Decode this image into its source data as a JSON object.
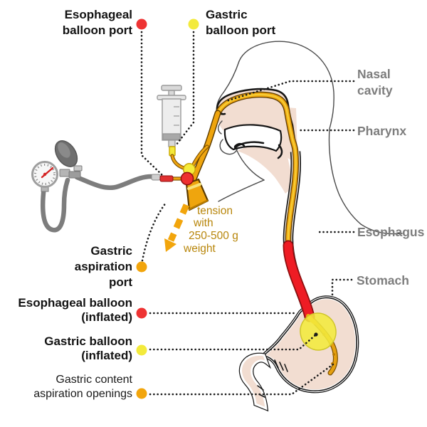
{
  "callouts": {
    "esophageal_balloon_port": {
      "lines": [
        "Esophageal",
        "balloon port"
      ]
    },
    "gastric_balloon_port": {
      "lines": [
        "Gastric",
        "balloon port"
      ]
    },
    "gastric_aspiration_port": {
      "lines": [
        "Gastric",
        "aspiration",
        "port"
      ]
    },
    "esophageal_balloon_inflated": {
      "lines": [
        "Esophageal balloon",
        "(inflated)"
      ]
    },
    "gastric_balloon_inflated": {
      "lines": [
        "Gastric balloon",
        "(inflated)"
      ]
    },
    "gastric_content_aspiration_openings": {
      "lines": [
        "Gastric content",
        "aspiration openings"
      ]
    }
  },
  "anatomy_labels": {
    "nasal_cavity": {
      "lines": [
        "Nasal",
        "cavity"
      ]
    },
    "pharynx": "Pharynx",
    "esophagus": "Esophagus",
    "stomach": "Stomach"
  },
  "tension_note": {
    "lines": [
      "tension",
      "with",
      "250-500 g",
      "weight"
    ]
  },
  "colors": {
    "esophageal_red": "#ee3333",
    "gastric_yellow": "#f3ea3c",
    "aspiration_orange": "#f2a50c",
    "tube_gold": "#efa50e",
    "balloon_red": "#ee1c24",
    "anatomy_pink": "#f2ddd1",
    "label_gray": "#7d7d7d",
    "tension_text": "#b8860b",
    "device_gray": "#7d7d7d"
  }
}
